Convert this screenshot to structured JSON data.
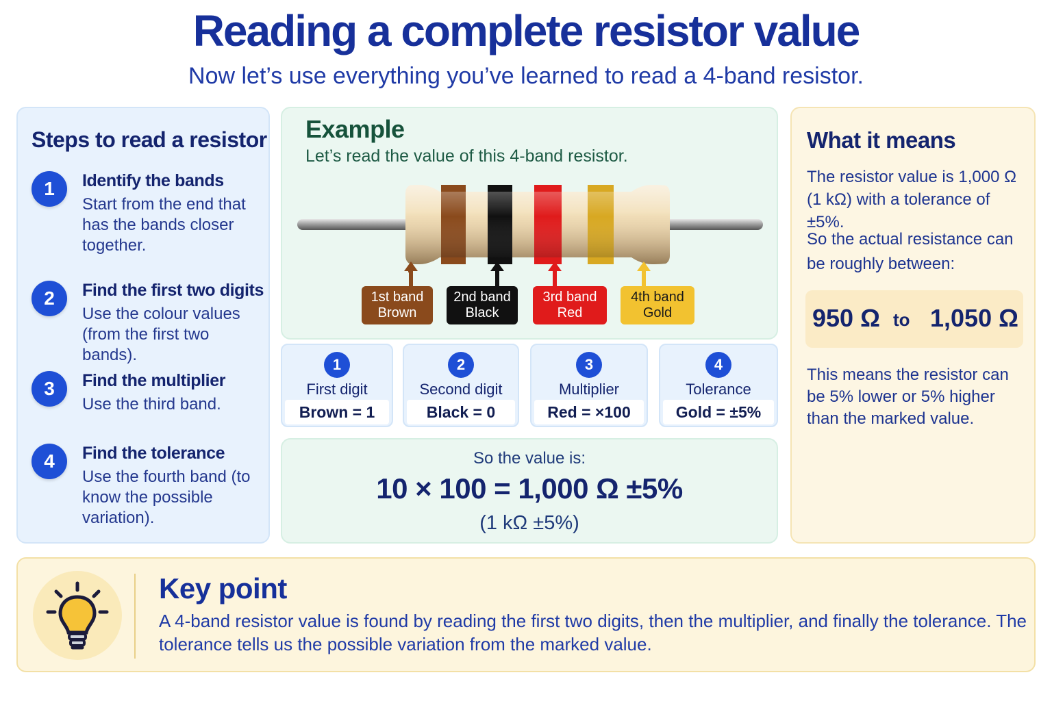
{
  "title": "Reading a complete resistor value",
  "subtitle": "Now let’s use everything you’ve learned to read a 4-band resistor.",
  "steps_panel": {
    "heading": "Steps to read a resistor",
    "steps": [
      {
        "num": "1",
        "title": "Identify the bands",
        "desc": "Start from the end that has the bands closer together."
      },
      {
        "num": "2",
        "title": "Find the first two digits",
        "desc": "Use the colour values (from the first two bands)."
      },
      {
        "num": "3",
        "title": "Find the multiplier",
        "desc": "Use the third band."
      },
      {
        "num": "4",
        "title": "Find the tolerance",
        "desc": "Use the fourth band (to know the possible variation)."
      }
    ]
  },
  "example": {
    "heading": "Example",
    "subheading": "Let’s read the value of this 4-band resistor.",
    "bands": [
      {
        "label": "1st band",
        "color_name": "Brown",
        "color": "#8a4a1c"
      },
      {
        "label": "2nd band",
        "color_name": "Black",
        "color": "#111111"
      },
      {
        "label": "3rd band",
        "color_name": "Red",
        "color": "#e01b1b"
      },
      {
        "label": "4th band",
        "color_name": "Gold",
        "color": "#f2c230"
      }
    ],
    "columns": [
      {
        "num": "1",
        "title": "First digit",
        "value": "Brown = 1"
      },
      {
        "num": "2",
        "title": "Second digit",
        "value": "Black = 0"
      },
      {
        "num": "3",
        "title": "Multiplier",
        "value": "Red = ×100"
      },
      {
        "num": "4",
        "title": "Tolerance",
        "value": "Gold = ±5%"
      }
    ],
    "result_intro": "So the value is:",
    "result_equation": "10 × 100 = 1,000 Ω ±5%",
    "result_alt": "(1 kΩ ±5%)"
  },
  "means": {
    "heading": "What it means",
    "para1": "The resistor value is 1,000 Ω (1 kΩ) with a tolerance of ±5%.",
    "para2": "So the actual resistance can be roughly between:",
    "range_low": "950 Ω",
    "range_to": "to",
    "range_high": "1,050 Ω",
    "para3": "This means the resistor can be 5% lower or 5% higher than the marked value."
  },
  "key_point": {
    "heading": "Key point",
    "text": "A 4-band resistor value is found by reading the first two digits, then the multiplier, and finally the tolerance. The tolerance tells us the possible variation from the marked value.",
    "icon": "lightbulb-icon"
  },
  "colors": {
    "title_blue": "#17309a",
    "step_blue": "#1e4fd6",
    "brown": "#8a4a1c",
    "black": "#111111",
    "red": "#e01b1b",
    "gold": "#f2c230"
  }
}
